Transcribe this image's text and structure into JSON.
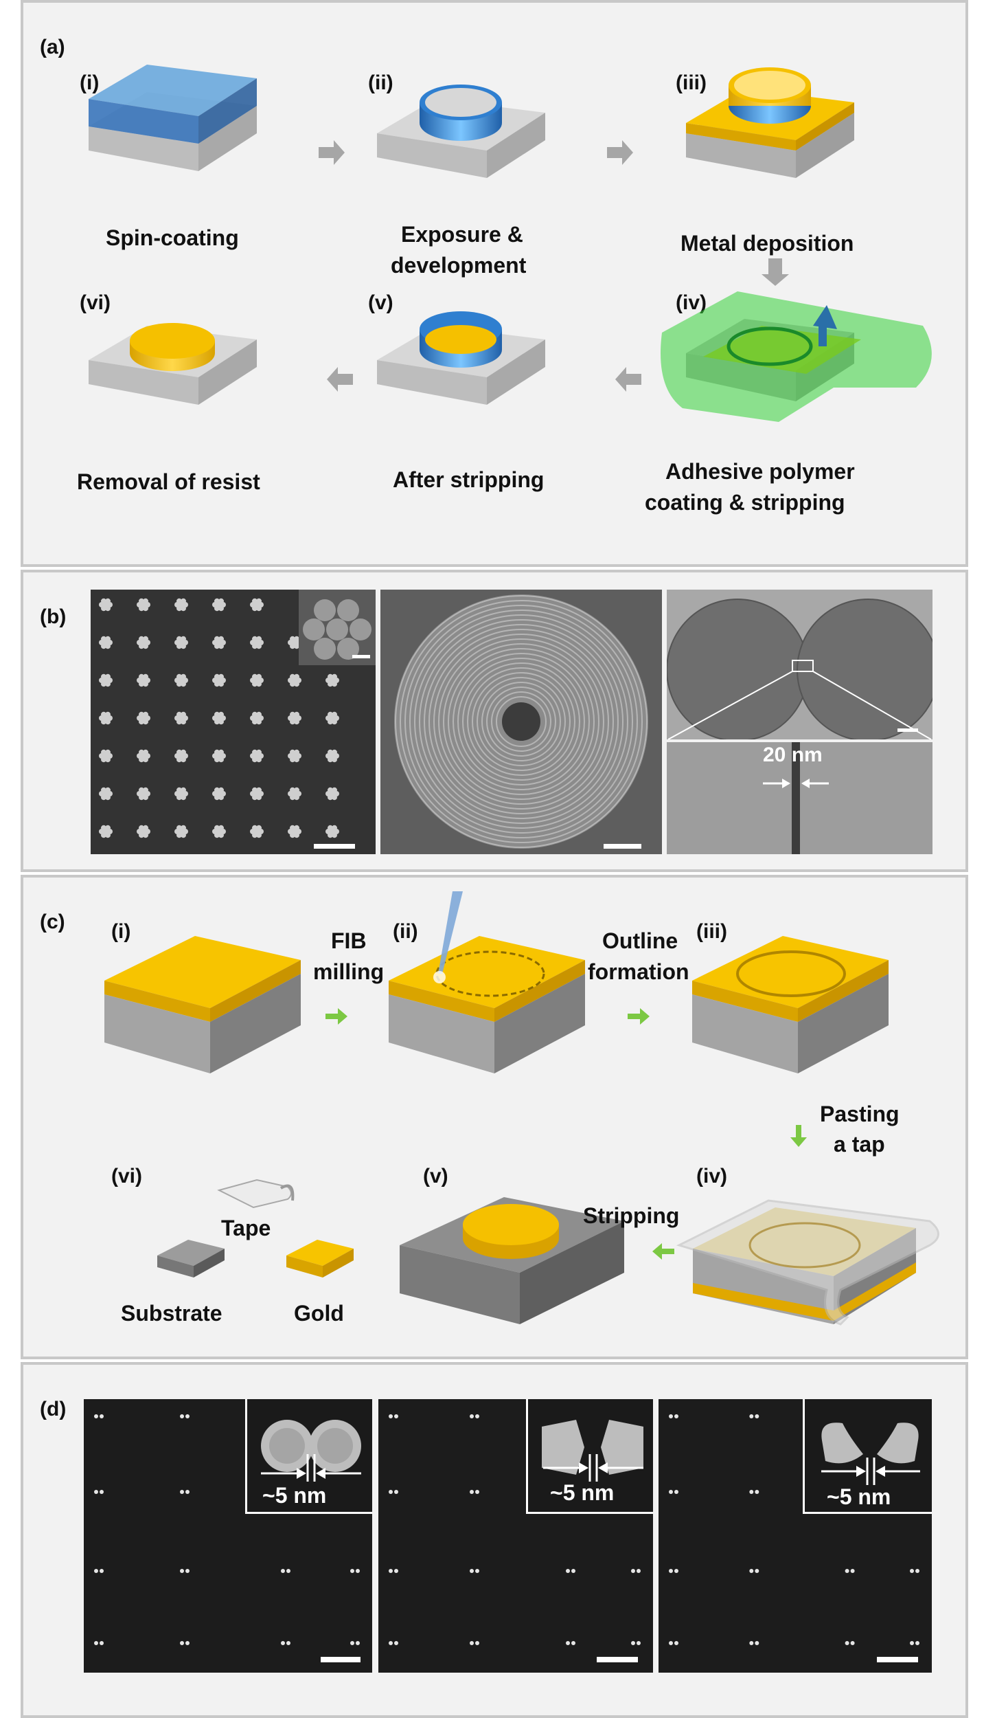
{
  "panel_a": {
    "label": "(a)",
    "steps": [
      {
        "roman": "(i)",
        "caption": "Spin-coating"
      },
      {
        "roman": "(ii)",
        "caption_line1": "Exposure &",
        "caption_line2": "development"
      },
      {
        "roman": "(iii)",
        "caption": "Metal deposition"
      },
      {
        "roman": "(iv)",
        "caption_line1": "Adhesive polymer",
        "caption_line2": "coating & stripping"
      },
      {
        "roman": "(v)",
        "caption": "After stripping"
      },
      {
        "roman": "(vi)",
        "caption": "Removal of resist"
      }
    ]
  },
  "panel_b": {
    "label": "(b)",
    "gap_label": "20 nm"
  },
  "panel_c": {
    "label": "(c)",
    "steps": [
      {
        "roman": "(i)"
      },
      {
        "roman": "(ii)"
      },
      {
        "roman": "(iii)"
      },
      {
        "roman": "(iv)"
      },
      {
        "roman": "(v)"
      },
      {
        "roman": "(vi)"
      }
    ],
    "arrow_labels": {
      "fib_line1": "FIB",
      "fib_line2": "milling",
      "outline_line1": "Outline",
      "outline_line2": "formation",
      "pasting_line1": "Pasting",
      "pasting_line2": "a tap",
      "stripping": "Stripping"
    },
    "legend": {
      "tape": "Tape",
      "substrate": "Substrate",
      "gold": "Gold"
    }
  },
  "panel_d": {
    "label": "(d)",
    "gap_labels": [
      "~5 nm",
      "~5 nm",
      "~5 nm"
    ]
  },
  "colors": {
    "gold": "#f5c000",
    "gold_dark": "#c99400",
    "substrate": "#b8b8b8",
    "resist_blue": "#2f7fd0",
    "polymer_green": "#36d13a",
    "arrow_gray": "#a6a6a6",
    "arrow_green": "#7cc843"
  }
}
